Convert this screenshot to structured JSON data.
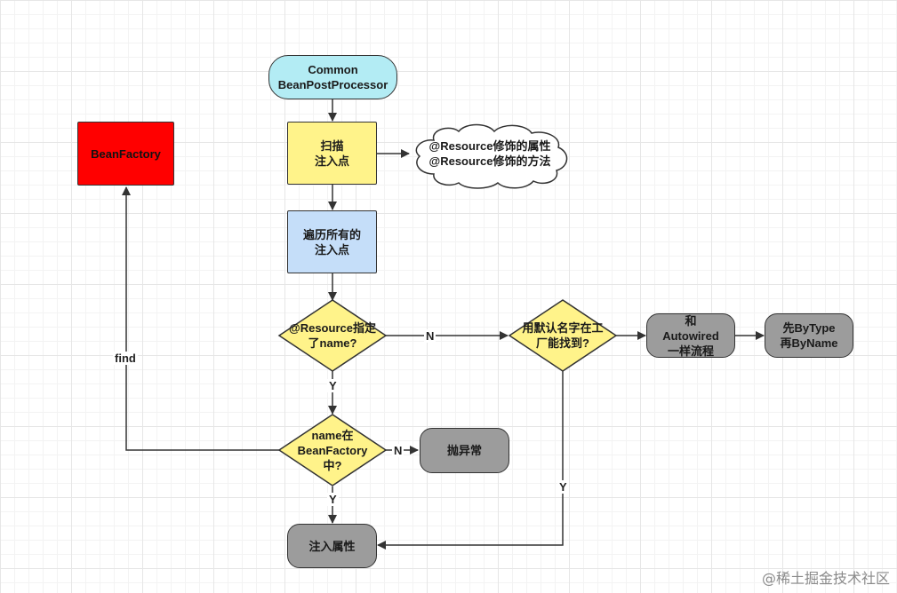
{
  "nodes": {
    "common_bpp": "Common\nBeanPostProcessor",
    "scan": "扫描\n注入点",
    "cloud": "@Resource修饰的属性\n@Resource修饰的方法",
    "iterate": "遍历所有的\n注入点",
    "resource_name": "@Resource指定\n了name?",
    "default_name": "用默认名字在工\n厂能找到?",
    "autowired": "和\nAutowired\n一样流程",
    "bytype": "先ByType\n再ByName",
    "bean_factory": "BeanFactory",
    "name_in_factory": "name在\nBeanFactory\n中?",
    "throw": "抛异常",
    "inject": "注入属性"
  },
  "edges": {
    "n1": "N",
    "y1": "Y",
    "n2": "N",
    "y2": "Y",
    "y3": "Y",
    "find": "find"
  },
  "colors": {
    "cyan": "#b3ecf4",
    "yellow": "#fff38a",
    "blue": "#c5def9",
    "red": "#ff0000",
    "gray": "#9c9c9c"
  },
  "watermark": "@稀土掘金技术社区"
}
